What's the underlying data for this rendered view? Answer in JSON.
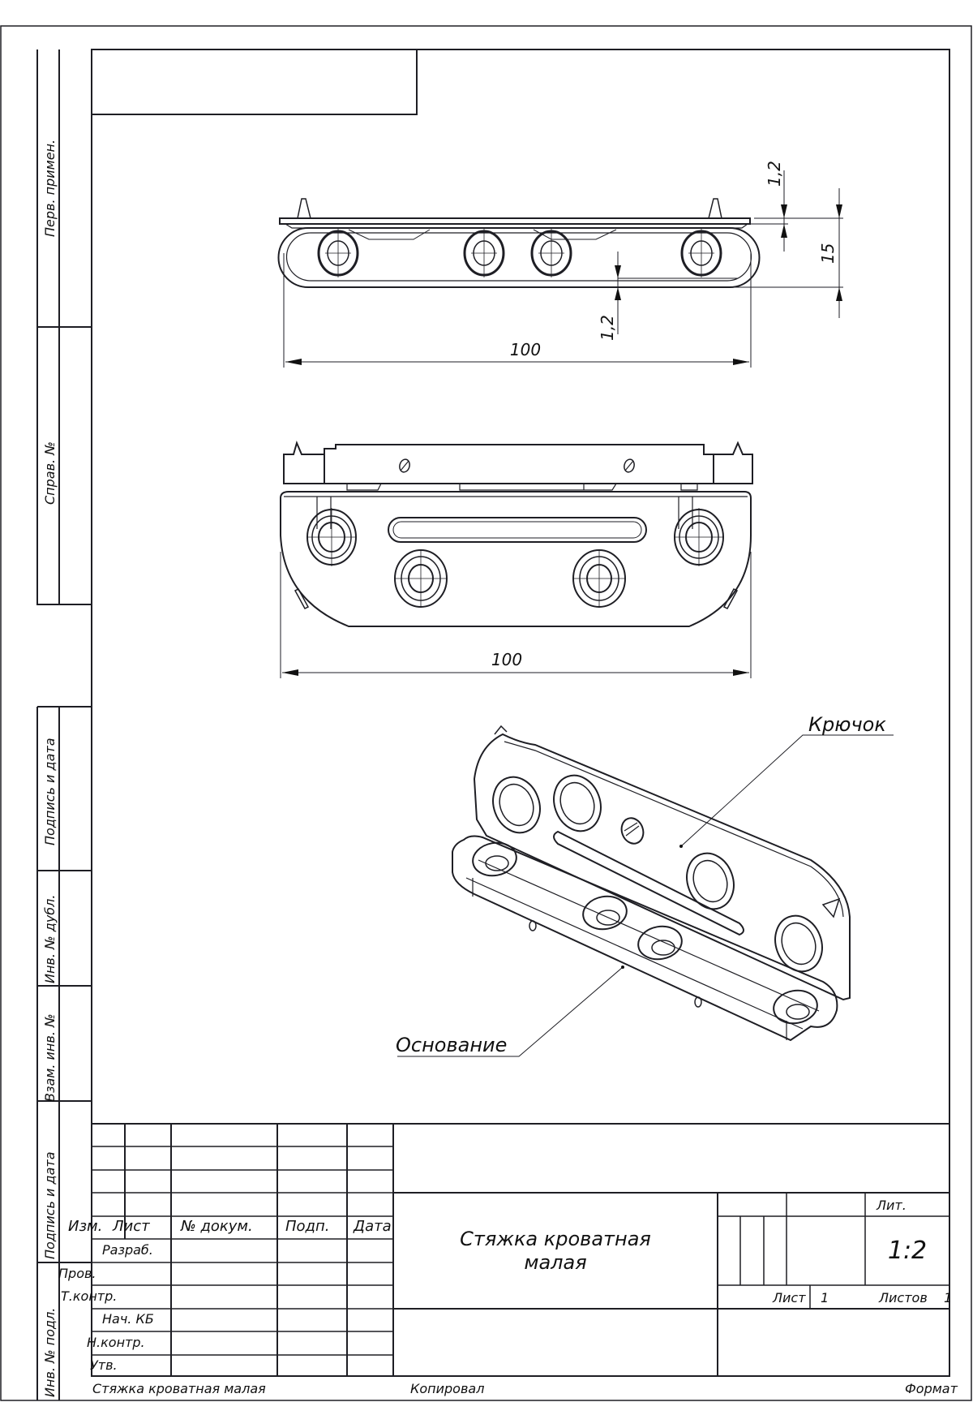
{
  "sheet": {
    "title_line1": "Стяжка кроватная",
    "title_line2": "малая",
    "bottom_name": "Стяжка кроватная малая",
    "scale": "1:2",
    "lit_label": "Лит.",
    "sheet_label": "Лист",
    "sheet_number": "1",
    "sheets_label": "Листов",
    "sheets_count": "1",
    "copied_label": "Копировал",
    "format_label": "Формат"
  },
  "side_strip": {
    "perv_primen": "Перв. примен.",
    "sprav_no": "Справ. №",
    "podpis_data_1": "Подпись и дата",
    "inv_dubl": "Инв. № дубл.",
    "vzam_inv": "Взам. инв. №",
    "podpis_data_2": "Подпись и дата",
    "inv_podl": "Инв. № подл."
  },
  "title_block": {
    "headers": [
      "Изм.",
      "Лист",
      "№ докум.",
      "Подп.",
      "Дата"
    ],
    "roles": [
      "Разраб.",
      "Пров.",
      "Т.контр.",
      "Нач. КБ",
      "Н.контр.",
      "Утв."
    ]
  },
  "dimensions": {
    "top_view_width": "100",
    "top_view_height": "15",
    "top_view_offset_top": "1,2",
    "top_view_offset_bottom": "1,2",
    "front_view_width": "100"
  },
  "callouts": {
    "hook": "Крючок",
    "base": "Основание"
  }
}
